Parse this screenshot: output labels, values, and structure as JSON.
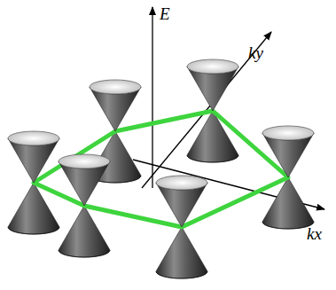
{
  "diagram": {
    "labels": [
      "E",
      "ky",
      "kx"
    ]
  }
}
